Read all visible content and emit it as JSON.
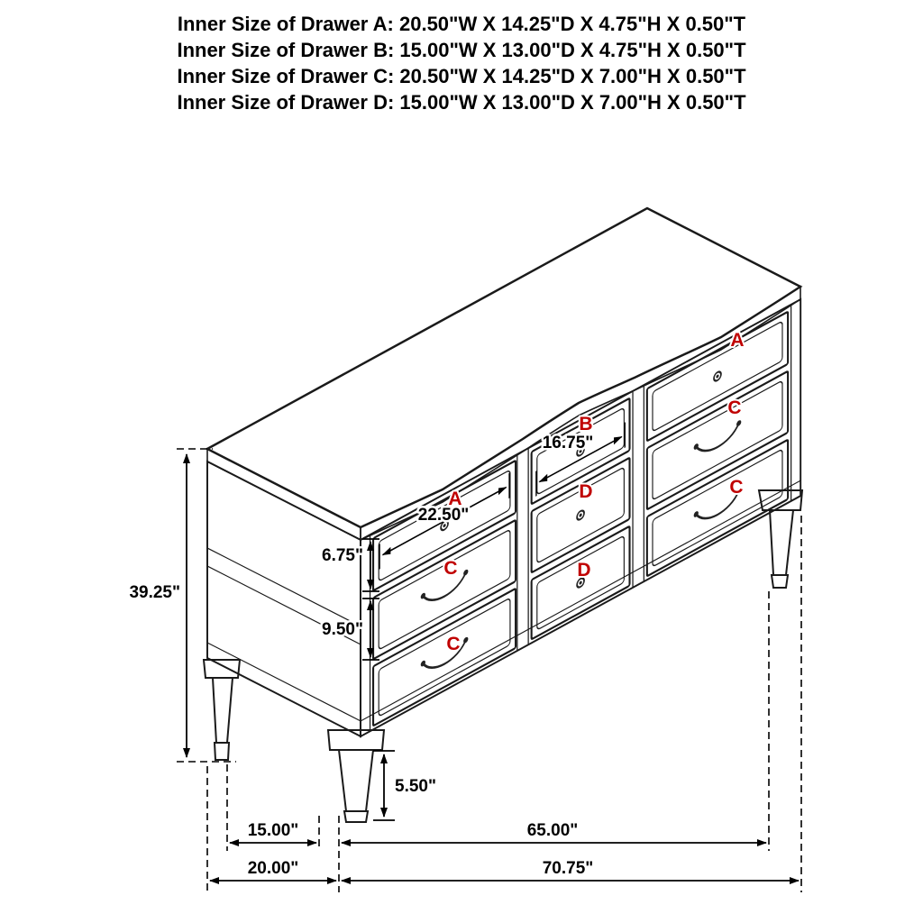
{
  "header": {
    "lines": [
      "Inner Size of Drawer A: 20.50\"W X 14.25\"D X 4.75\"H X 0.50\"T",
      "Inner Size of Drawer B: 15.00\"W X 13.00\"D X 4.75\"H X 0.50\"T",
      "Inner Size of Drawer C: 20.50\"W X 14.25\"D X 7.00\"H X 0.50\"T",
      "Inner Size of Drawer D: 15.00\"W X 13.00\"D X 7.00\"H X 0.50\"T"
    ]
  },
  "drawers": {
    "left_column": [
      "A",
      "C",
      "C"
    ],
    "middle_column": [
      "B",
      "D",
      "D"
    ],
    "right_column": [
      "A",
      "C",
      "C"
    ]
  },
  "dimensions": {
    "overall_height": "39.25\"",
    "drawer_b_width": "16.75\"",
    "drawer_a_width": "22.50\"",
    "top_drawer_height": "6.75\"",
    "lower_drawer_height": "9.50\"",
    "leg_height": "5.50\"",
    "leg_footprint_depth": "15.00\"",
    "front_width": "65.00\"",
    "overall_depth": "20.00\"",
    "overall_width": "70.75\""
  },
  "colors": {
    "label_red": "#c00000",
    "line": "#1a1a1a"
  }
}
